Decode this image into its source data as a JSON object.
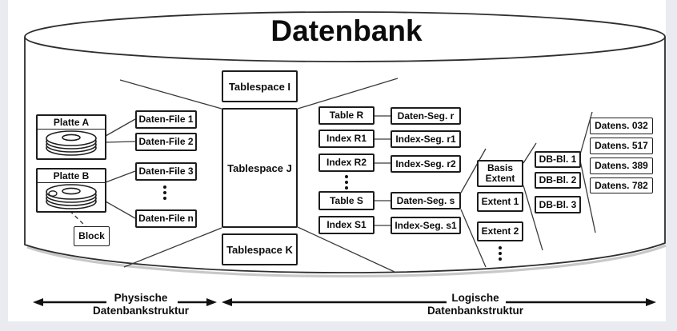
{
  "title": "Datenbank",
  "physical": {
    "disk_a_label": "Platte A",
    "disk_b_label": "Platte B",
    "block_label": "Block",
    "files": [
      "Daten-File 1",
      "Daten-File 2",
      "Daten-File 3",
      "Daten-File n"
    ]
  },
  "tablespaces": [
    "Tablespace I",
    "Tablespace J",
    "Tablespace K"
  ],
  "tables": [
    "Table R",
    "Index R1",
    "Index R2",
    "Table S",
    "Index S1"
  ],
  "segments": [
    "Daten-Seg. r",
    "Index-Seg. r1",
    "Index-Seg. r2",
    "Daten-Seg. s",
    "Index-Seg. s1"
  ],
  "extents": [
    "Basis Extent",
    "Extent 1",
    "Extent 2"
  ],
  "db_blocks": [
    "DB-Bl. 1",
    "DB-Bl. 2",
    "DB-Bl. 3"
  ],
  "records": [
    "Datens. 032",
    "Datens. 517",
    "Datens. 389",
    "Datens. 782"
  ],
  "footer": {
    "physical_line1": "Physische",
    "physical_line2": "Datenbankstruktur",
    "logical_line1": "Logische",
    "logical_line2": "Datenbankstruktur"
  },
  "colors": {
    "stroke": "#2e2e2e",
    "box_border": "#1d1d1d",
    "background": "#e9ebf1",
    "canvas": "#ffffff"
  }
}
